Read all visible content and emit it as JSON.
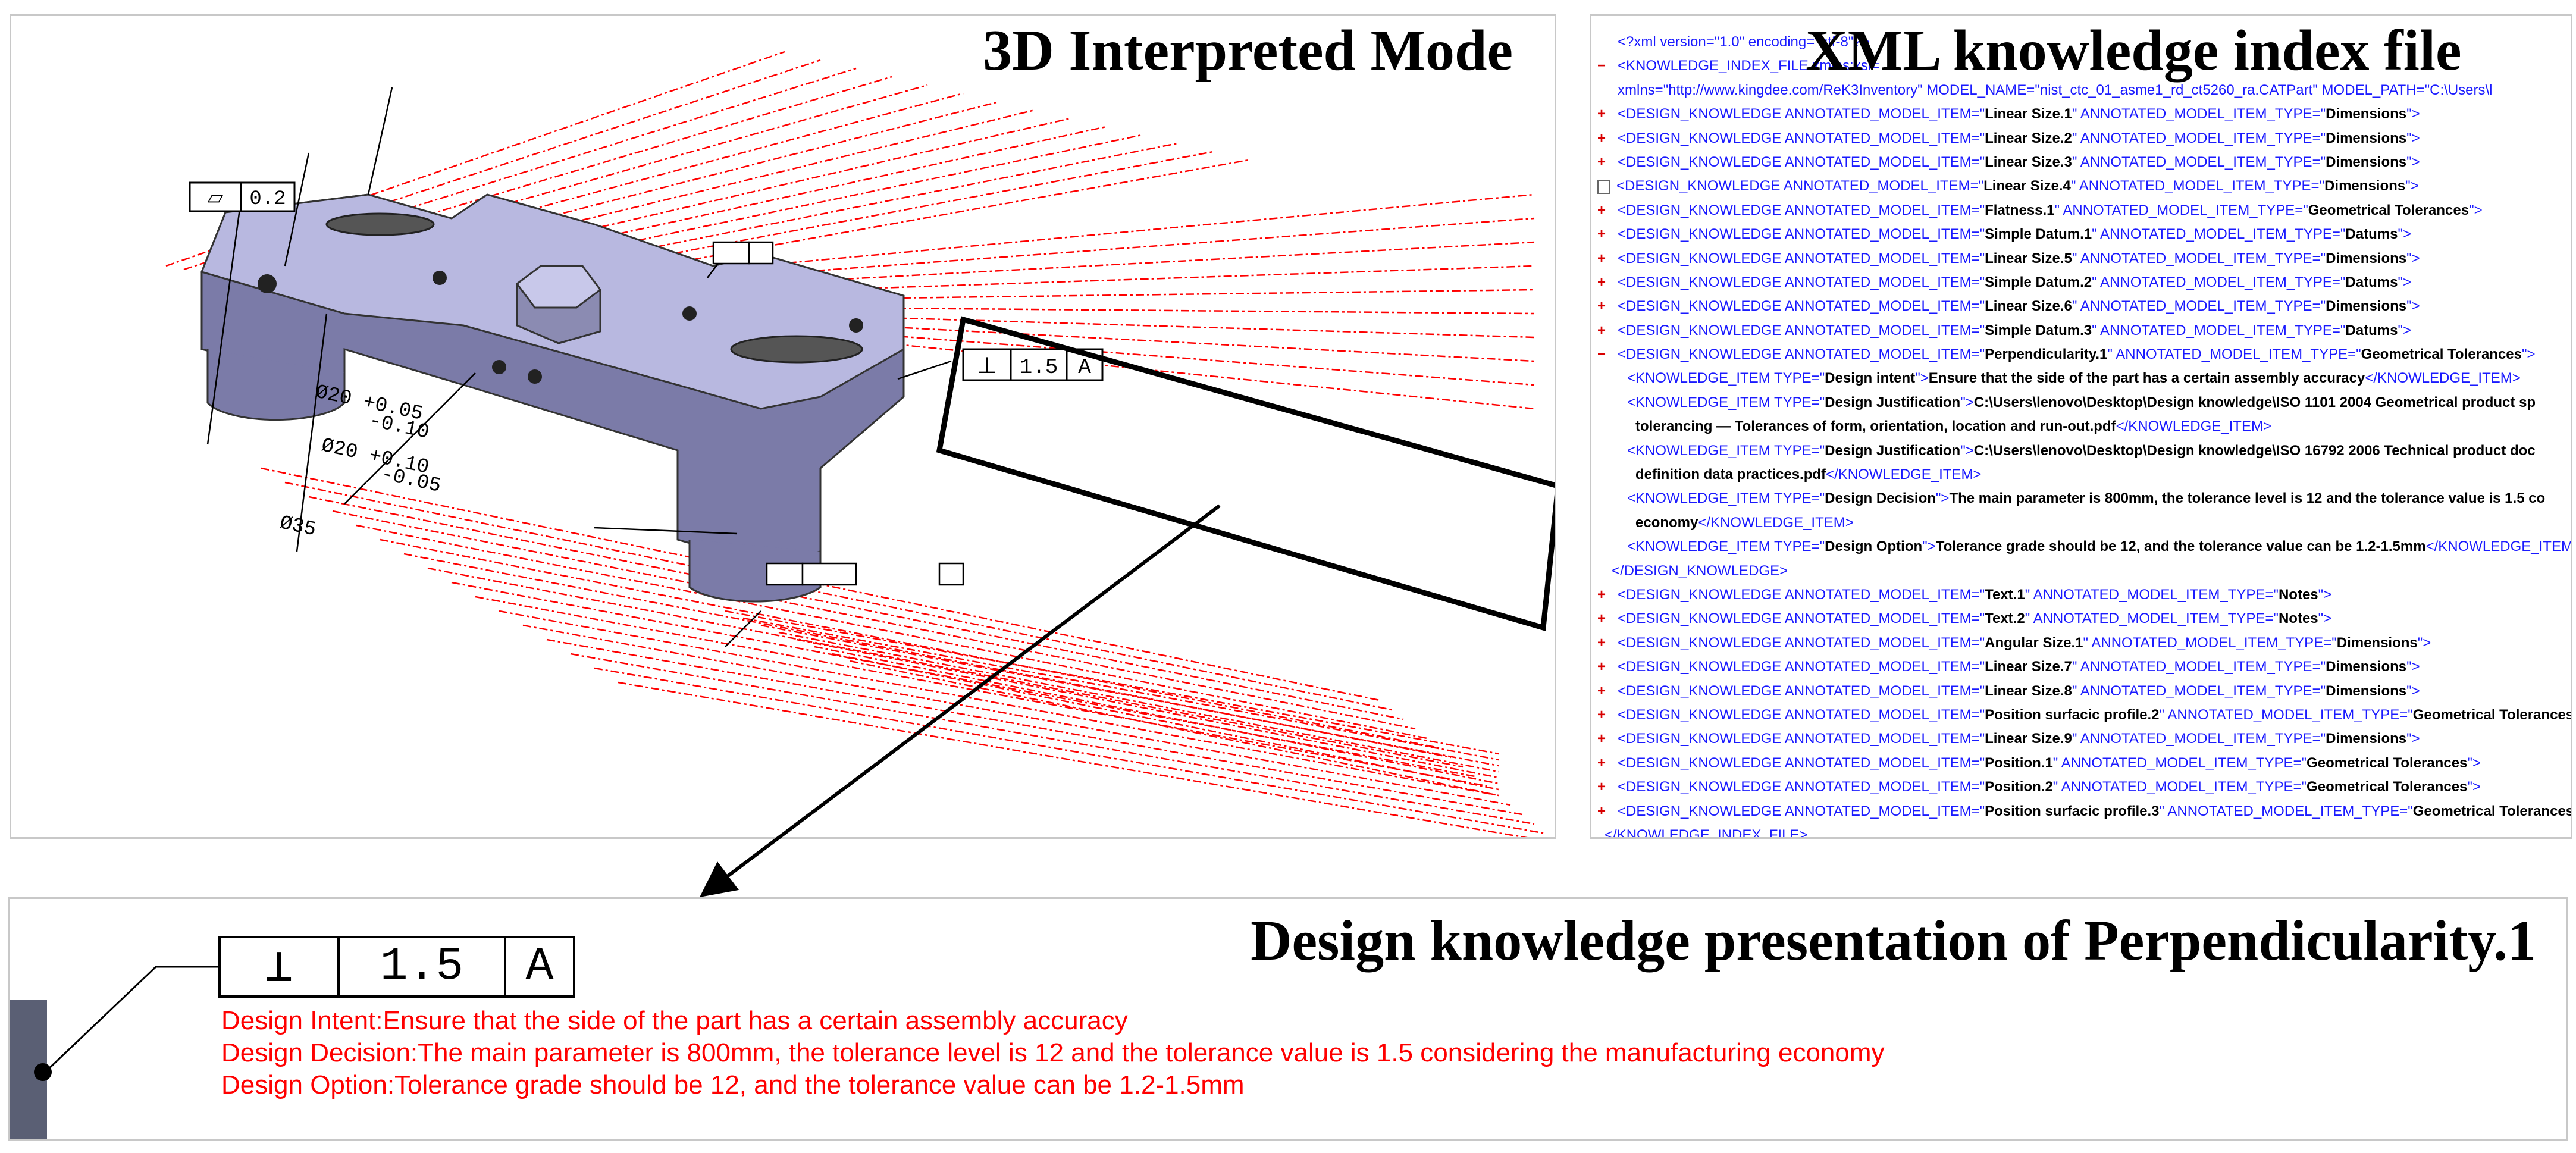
{
  "view3d": {
    "title": "3D Interpreted Mode",
    "frame_flat": {
      "symbol": "▱",
      "value": "0.2"
    },
    "frame_perp": {
      "symbol": "⊥",
      "value": "1.5",
      "datum": "A"
    },
    "dims": [
      "Ø20 +0.05",
      "-0.10",
      "Ø20 +0.10",
      "-0.05",
      "Ø35"
    ]
  },
  "xml": {
    "title": "XML knowledge index file",
    "header_line": "<?xml version=\"1.0\" encoding=\"utf-8\"?>",
    "root_open_prefix": "<KNOWLEDGE_INDEX_FILE xmlns:xsi=",
    "root_attr_line": "xmlns=\"http://www.kingdee.com/ReK3Inventory\" MODEL_NAME=\"nist_ctc_01_asme1_rd_ct5260_ra.CATPart\" MODEL_PATH=\"C:\\Users\\l",
    "items": [
      {
        "name": "Linear Size.1",
        "type": "Dimensions"
      },
      {
        "name": "Linear Size.2",
        "type": "Dimensions"
      },
      {
        "name": "Linear Size.3",
        "type": "Dimensions"
      },
      {
        "name": "Linear Size.4",
        "type": "Dimensions"
      },
      {
        "name": "Flatness.1",
        "type": "Geometrical Tolerances"
      },
      {
        "name": "Simple Datum.1",
        "type": "Datums"
      },
      {
        "name": "Linear Size.5",
        "type": "Dimensions"
      },
      {
        "name": "Simple Datum.2",
        "type": "Datums"
      },
      {
        "name": "Linear Size.6",
        "type": "Dimensions"
      },
      {
        "name": "Simple Datum.3",
        "type": "Datums"
      },
      {
        "name": "Perpendicularity.1",
        "type": "Geometrical Tolerances"
      }
    ],
    "knowledge": [
      {
        "type": "Design intent",
        "text": "Ensure that the side of the part has a certain assembly accuracy"
      },
      {
        "type": "Design Justification",
        "text": "C:\\Users\\lenovo\\Desktop\\Design knowledge\\ISO 1101 2004 Geometrical product sp",
        "cont": "tolerancing — Tolerances of form, orientation, location and run-out.pdf"
      },
      {
        "type": "Design Justification",
        "text": "C:\\Users\\lenovo\\Desktop\\Design knowledge\\ISO 16792 2006 Technical product doc",
        "cont": "definition data practices.pdf"
      },
      {
        "type": "Design Decision",
        "text": "The main parameter is 800mm, the tolerance level is 12 and the tolerance value is 1.5 co",
        "cont": "economy"
      },
      {
        "type": "Design Option",
        "text": "Tolerance grade should be 12, and the tolerance value can be 1.2-1.5mm"
      }
    ],
    "items_after": [
      {
        "name": "Text.1",
        "type": "Notes"
      },
      {
        "name": "Text.2",
        "type": "Notes"
      },
      {
        "name": "Angular Size.1",
        "type": "Dimensions"
      },
      {
        "name": "Linear Size.7",
        "type": "Dimensions"
      },
      {
        "name": "Linear Size.8",
        "type": "Dimensions"
      },
      {
        "name": "Position surfacic profile.2",
        "type": "Geometrical Tolerances"
      },
      {
        "name": "Linear Size.9",
        "type": "Dimensions"
      },
      {
        "name": "Position.1",
        "type": "Geometrical Tolerances"
      },
      {
        "name": "Position.2",
        "type": "Geometrical Tolerances"
      },
      {
        "name": "Position surfacic profile.3",
        "type": "Geometrical Tolerances"
      }
    ],
    "close_knowledge": "</DESIGN_KNOWLEDGE>",
    "close_root": "</KNOWLEDGE_INDEX_FILE>"
  },
  "presentation": {
    "title": "Design knowledge presentation of Perpendicularity.1",
    "frame": {
      "symbol": "⊥",
      "value": "1.5",
      "datum": "A"
    },
    "lines": [
      "Design Intent:Ensure that the side of the part has a certain assembly accuracy",
      "Design Decision:The main parameter is 800mm, the tolerance level is 12 and the tolerance value is 1.5 considering the manufacturing economy",
      "Design Option:Tolerance grade should be 12, and the tolerance value can be 1.2-1.5mm"
    ]
  },
  "colors": {
    "annotation_red": "#ff0000",
    "part_face": "#b8b8e0",
    "part_side": "#7a7aa6",
    "xml_blue": "#1a1aff"
  }
}
